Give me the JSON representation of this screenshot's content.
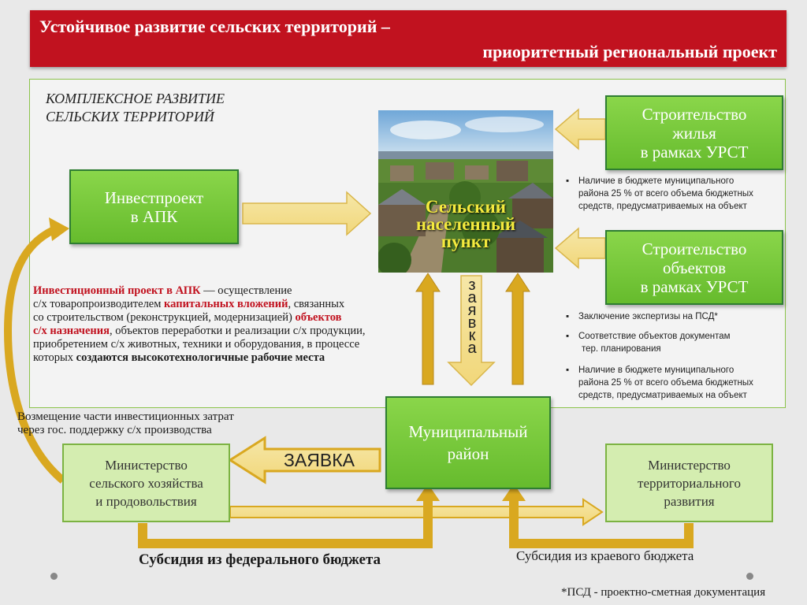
{
  "header": {
    "line1": "Устойчивое развитие сельских территорий –",
    "line2": "приоритетный региональный проект"
  },
  "section_title": {
    "line1": "КОМПЛЕКСНОЕ РАЗВИТИЕ",
    "line2": "СЕЛЬСКИХ ТЕРРИТОРИЙ"
  },
  "investproject_box": {
    "line1": "Инвестпроект",
    "line2": "в АПК"
  },
  "village": {
    "line1": "Сельский",
    "line2": "населенный",
    "line3": "пункт"
  },
  "housing_box": {
    "line1": "Строительство",
    "line2": "жилья",
    "line3": "в рамках УРСТ"
  },
  "objects_box": {
    "line1": "Строительство",
    "line2": "объектов",
    "line3": "в рамках УРСТ"
  },
  "housing_bullets": [
    {
      "line1": "Наличие в бюджете муниципального",
      "line2": "района  25 % от  всего объема бюджетных",
      "line3": "средств, предусматриваемых  на объект"
    }
  ],
  "objects_bullets": {
    "b1": "Заключение экспертизы на ПСД*",
    "b2_line1": "Соответствие объектов документам",
    "b2_line2": "тер. планирования",
    "b3_line1": "Наличие в бюджете муниципального",
    "b3_line2": "района  25 % от  всего объема бюджетных",
    "b3_line3": "средств, предусматриваемых  на объект"
  },
  "bullet_char": "▪",
  "description": {
    "l1_red": "Инвестиционный проект в АПК",
    "l1_rest": " — осуществление",
    "l2_a": "с/х товаропроизводителем ",
    "l2_red": "капитальных вложений",
    "l2_b": ", связанных",
    "l3_a": "со строительством (реконструкцией, модернизацией) ",
    "l3_red": "объектов",
    "l4_red": "с/х назначения",
    "l4_b": ", объектов переработки и реализации с/х продукции,",
    "l5": "приобретением с/х животных, техники и оборудования, в процессе",
    "l6_a": "которых ",
    "l6_bold": "создаются высокотехнологичные рабочие места"
  },
  "vertical_word": [
    "з",
    "а",
    "я",
    "в",
    "к",
    "а"
  ],
  "municipal_box": {
    "line1": "Муниципальный",
    "line2": "район"
  },
  "reimbursement": {
    "line1": "Возмещение части инвестиционных затрат",
    "line2": "через гос. поддержку  с/х производства"
  },
  "ministry_agri": {
    "line1": "Министерство",
    "line2": "сельского хозяйства",
    "line3": "и продовольствия"
  },
  "ministry_terr": {
    "line1": "Министерство",
    "line2": "территориального",
    "line3": "развития"
  },
  "application_arrow": "ЗАЯВКА",
  "federal_subsidy": "Субсидия из федерального бюджета",
  "regional_subsidy": "Субсидия из краевого бюджета",
  "footnote": "*ПСД - проектно-сметная документация",
  "colors": {
    "header_red": "#c1121f",
    "box_green": "#6cc035",
    "light_green": "#d4edb0",
    "arrow_fill": "#fdf1b8",
    "arrow_gold": "#d9a820",
    "label_yellow": "#f4ea3e"
  }
}
